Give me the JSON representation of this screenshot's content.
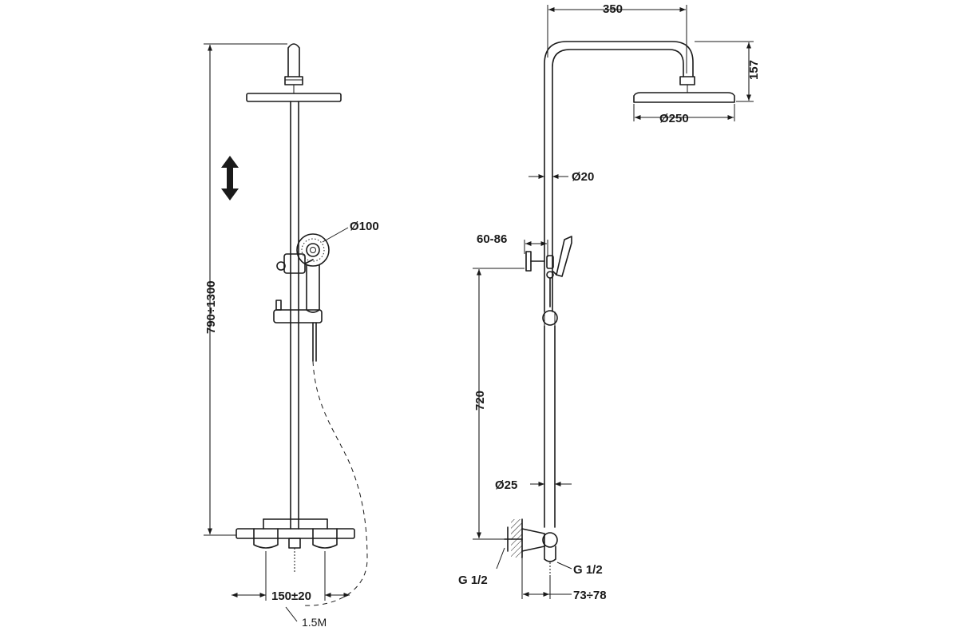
{
  "front_view": {
    "height_range": "790÷1300",
    "handshower_diameter": "Ø100",
    "mixer_spacing": "150±20",
    "hose_length": "1.5M"
  },
  "side_view": {
    "arm_reach": "350",
    "head_drop": "157",
    "head_diameter": "Ø250",
    "upper_pipe_diameter": "Ø20",
    "slider_offset": "60-86",
    "lower_height": "720",
    "lower_pipe_diameter": "Ø25",
    "inlet_thread_left": "G 1/2",
    "outlet_thread_right": "G 1/2",
    "wall_offset": "73÷78"
  },
  "icons": [
    "height-adjust-arrow-icon"
  ]
}
